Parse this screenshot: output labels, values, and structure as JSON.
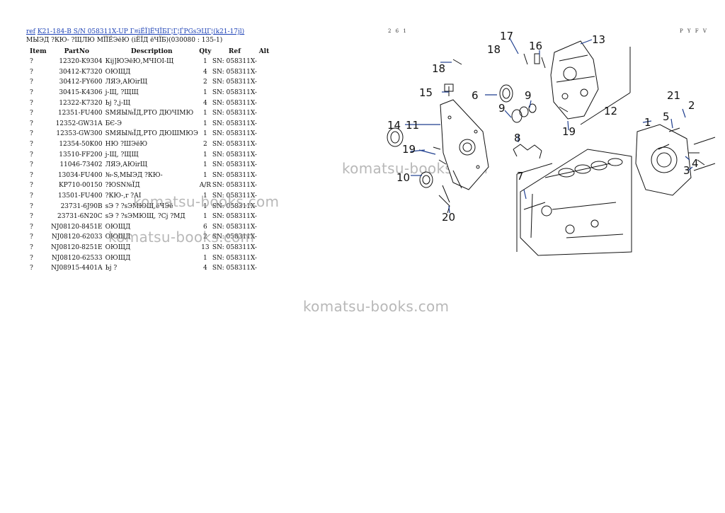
{
  "header": {
    "ref_label": "ref",
    "link_text": "K21-184-B S/N 058311X-UP Г¤іЁЇ]ЁЧЇБГ¦Г¦ЃPGsЭЦГ¦(k21-17jl)",
    "subtitle": "МЫЭД ?КЮ- ?ЩЛЮ МЇЇЁЭёЮ (іЁЇД ёЧЇБ)(030080 : 135-1)",
    "page_number_left": "2 6 1",
    "page_number_right": "P Y F V"
  },
  "table": {
    "columns": [
      "Item",
      "PartNo",
      "Description",
      "Qty",
      "Ref",
      "Alt"
    ],
    "rows": [
      [
        "?",
        "12320-K9304",
        "Кіј]ЮЭёЮ,МЧІОІ-Щ",
        "1",
        "SN: 058311X-",
        ""
      ],
      [
        "?",
        "30412-K7320",
        "ОЮЩД",
        "4",
        "SN: 058311X-",
        ""
      ],
      [
        "?",
        "30412-FY600",
        "ЛЯЭ,АЮіrЩ",
        "2",
        "SN: 058311X-",
        ""
      ],
      [
        "?",
        "30415-K4306",
        "j-Щ, ?ЩЩ",
        "1",
        "SN: 058311X-",
        ""
      ],
      [
        "?",
        "12322-K7320",
        "Ьј ?,j-Щ",
        "4",
        "SN: 058311X-",
        ""
      ],
      [
        "?",
        "12351-FU400",
        "SМЯЫ№ЇД,РТО ДЮЧІМЮ",
        "1",
        "SN: 058311X-",
        ""
      ],
      [
        "?",
        "12352-GW31A",
        "БЄ-Э",
        "1",
        "SN: 058311X-",
        ""
      ],
      [
        "?",
        "12353-GW300",
        "SМЯЫ№ЇД,РТО ДЮШМЮЭ",
        "1",
        "SN: 058311X-",
        ""
      ],
      [
        "?",
        "12354-50K00",
        "НЮ ?ШЭёЮ",
        "2",
        "SN: 058311X-",
        ""
      ],
      [
        "?",
        "13510-FF200",
        "j-Щ, ?ЩЩ",
        "1",
        "SN: 058311X-",
        ""
      ],
      [
        "?",
        "11046-73402",
        "ЛЯЭ,АЮіrЩ",
        "1",
        "SN: 058311X-",
        ""
      ],
      [
        "?",
        "13034-FU400",
        "№-S,МЫЭД ?КЮ-",
        "1",
        "SN: 058311X-",
        ""
      ],
      [
        "?",
        "KP710-00150",
        "?ЮSN№ЇД",
        "A/R",
        "SN: 058311X-",
        ""
      ],
      [
        "?",
        "13501-FU400",
        "?КЮ-,r ?АІ",
        "1",
        "SN: 058311X-",
        ""
      ],
      [
        "?",
        "23731-6J90B",
        "sЭ ? ?sЭМЮЩ,ёЧЭё",
        "1",
        "SN: 058311X-",
        ""
      ],
      [
        "?",
        "23731-6N20C",
        "sЭ ? ?sЭМЮЩ, ?Сj ?МД",
        "1",
        "SN: 058311X-",
        ""
      ],
      [
        "?",
        "NJ08120-8451E",
        "ОЮЩД",
        "6",
        "SN: 058311X-",
        ""
      ],
      [
        "?",
        "NJ08120-62033",
        "ОЮЩД",
        "2",
        "SN: 058311X-",
        ""
      ],
      [
        "?",
        "NJ08120-8251E",
        "ОЮЩД",
        "13",
        "SN: 058311X-",
        ""
      ],
      [
        "?",
        "NJ08120-62533",
        "ОЮЩД",
        "1",
        "SN: 058311X-",
        ""
      ],
      [
        "?",
        "NJ08915-4401A",
        "Ьј ?",
        "4",
        "SN: 058311X-",
        ""
      ]
    ]
  },
  "watermarks": {
    "center": "komatsu-books.com",
    "table_1": "komatsu-books.com",
    "table_2": "komatsu-books.com",
    "bottom": "komatsu-books.com"
  },
  "diagram": {
    "callouts": {
      "c1": "1",
      "c2": "2",
      "c3": "3",
      "c4": "4",
      "c5": "5",
      "c6": "6",
      "c7": "7",
      "c8": "8",
      "c9a": "9",
      "c9b": "9",
      "c10": "10",
      "c11": "11",
      "c12": "12",
      "c13": "13",
      "c14": "14",
      "c15": "15",
      "c16": "16",
      "c17": "17",
      "c18a": "18",
      "c18b": "18",
      "c19a": "19",
      "c19b": "19",
      "c20": "20",
      "c21": "21"
    },
    "colors": {
      "arrow": "#1f3f8f",
      "line": "#111111"
    }
  }
}
